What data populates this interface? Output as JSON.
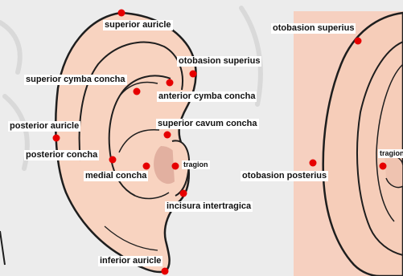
{
  "colors": {
    "background": "#ececec",
    "skin": "#f8d3c0",
    "skin_shadow": "#e2b0a0",
    "outline": "#1e1e1e",
    "panel": "#f6d0c0",
    "landmark": "#e60000",
    "label_bg": "#ffffff"
  },
  "labels": {
    "superior_auricle": "superior auricle",
    "otobasion_superius_left": "otobasion superius",
    "superior_cymba_concha": "superior cymba concha",
    "anterior_cymba_concha": "anterior cymba concha",
    "posterior_auricle": "posterior auricle",
    "superior_cavum_concha": "superior cavum concha",
    "posterior_concha": "posterior concha",
    "tragion_left": "tragion",
    "medial_concha": "medial concha",
    "incisura_intertragica": "incisura intertragica",
    "inferior_auricle": "inferior auricle",
    "otobasion_superius_right": "otobasion superius",
    "otobasion_posterius": "otobasion posterius",
    "tragion_right": "tragion"
  }
}
